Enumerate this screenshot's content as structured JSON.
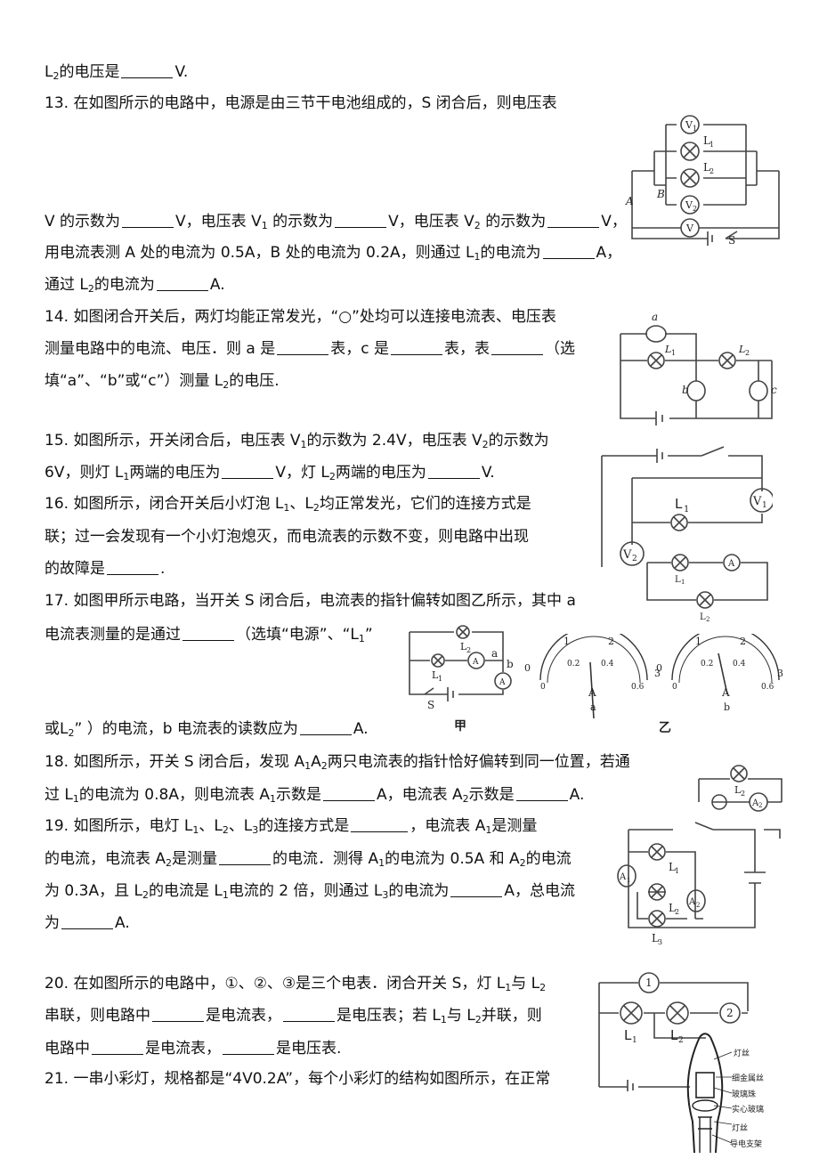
{
  "q12": {
    "tail": [
      "L",
      "2",
      "的电压是",
      "V."
    ]
  },
  "q13": {
    "num": "13.",
    "line1": "在如图所示的电路中，电源是由三节干电池组成的，S 闭合后，则电压表",
    "line2": [
      "V  的示数为",
      "V，电压表 V",
      "1",
      "  的示数为",
      "V，电压表 V",
      "2",
      "  的示数为",
      "V，"
    ],
    "line3": [
      "用电流表测 A 处的电流为 0.5A，B 处的电流为 0.2A，则通过 L",
      "1",
      "的电流为",
      "A，"
    ],
    "line4": [
      "通过 L",
      "2",
      "的电流为",
      "A."
    ]
  },
  "q14": {
    "num": "14.",
    "line1": "如图闭合开关后，两灯均能正常发光，“○”处均可以连接电流表、电压表",
    "line2": [
      "测量电路中的电流、电压．则 a 是",
      "表，c 是",
      "表，表",
      "（选"
    ],
    "line3": [
      "填“a”、“b”或“c”）测量 L",
      "2",
      "的电压."
    ]
  },
  "q15": {
    "num": "15.",
    "line1": [
      "如图所示，开关闭合后，电压表 V",
      "1",
      "的示数为 2.4V，电压表 V",
      "2",
      "的示数为"
    ],
    "line2": [
      "6V，则灯 L",
      "1",
      "两端的电压为",
      "V，灯 L",
      "2",
      "两端的电压为",
      "V."
    ]
  },
  "q16": {
    "num": "16.",
    "line1": [
      "如图所示，闭合开关后小灯泡 L",
      "1",
      "、L",
      "2",
      "均正常发光，它们的连接方式是"
    ],
    "line2": "联；过一会发现有一个小灯泡熄灭，而电流表的示数不变，则电路中出现",
    "line3": [
      "的故障是",
      "."
    ]
  },
  "q17": {
    "num": "17.",
    "line1": "如图甲所示电路，当开关 S 闭合后，电流表的指针偏转如图乙所示，其中 a",
    "line2": [
      "电流表测量的是通过",
      "（选填“电源”、“L",
      "1",
      "”"
    ],
    "line3": [
      "或L",
      "2",
      "”  ）的电流，b    电流表的读数应为",
      "A."
    ]
  },
  "q18": {
    "num": "18.",
    "line1": [
      "如图所示，开关 S 闭合后，发现 A",
      "1",
      "A",
      "2",
      "两只电流表的指针恰好偏转到同一位置，若通"
    ],
    "line2": [
      "过 L",
      "1",
      "的电流为 0.8A，则电流表 A",
      "1",
      "示数是",
      "A，电流表 A",
      "2",
      "示数是",
      "A."
    ]
  },
  "q19": {
    "num": "19.",
    "line1": [
      "如图所示，电灯 L",
      "1",
      "、L",
      "2",
      "、L",
      "3",
      "的连接方式是",
      "，电流表 A",
      "1",
      "是测量"
    ],
    "line2": [
      "的电流，电流表 A",
      "2",
      "是测量",
      "的电流．测得 A",
      "1",
      "的电流为 0.5A 和 A",
      "2",
      "的电流"
    ],
    "line3": [
      "为 0.3A，且 L",
      "2",
      "的电流是 L",
      "1",
      "电流的 2 倍，则通过 L",
      "3",
      "的电流为",
      "A，总电流"
    ],
    "line4": [
      "为",
      "A."
    ]
  },
  "q20": {
    "num": "20.",
    "line1": [
      "在如图所示的电路中，①、②、③是三个电表．闭合开关 S，灯 L",
      "1",
      "与 L",
      "2"
    ],
    "line2": [
      "串联，则电路中",
      "是电流表，",
      "是电压表；若 L",
      "1",
      "与 L",
      "2",
      "并联，则"
    ],
    "line3": [
      "电路中",
      "是电流表，",
      "是电压表."
    ]
  },
  "q21": {
    "num": "21.",
    "line1": "一串小彩灯，规格都是“4V0.2A”，每个小彩灯的结构如图所示，在正常"
  },
  "figures": {
    "f13": {
      "V": "V",
      "V1": "V",
      "s1": "1",
      "V2": "V",
      "s2": "2",
      "L1": "L",
      "L1s": "1",
      "L2": "L",
      "L2s": "2",
      "A": "A",
      "B": "B",
      "S": "S"
    },
    "f14": {
      "a": "a",
      "b": "b",
      "c": "c",
      "L1": "L",
      "L1s": "1",
      "L2": "L",
      "L2s": "2"
    },
    "f15": {
      "L1": "L",
      "L1s": "1",
      "V1": "V",
      "V1s": "1",
      "V2": "V",
      "V2s": "2"
    },
    "f16": {
      "L1": "L",
      "L1s": "1",
      "L2": "L",
      "L2s": "2",
      "A": "A"
    },
    "f17": {
      "L1": "L",
      "L1s": "1",
      "L2": "L",
      "L2s": "2",
      "a": "a",
      "b": "b",
      "S": "S",
      "jia": "甲",
      "yi": "乙",
      "ticks": [
        "0",
        "1",
        "2",
        "3"
      ],
      "subticks": [
        "0",
        "0.2",
        "0.4",
        "0.6"
      ],
      "Am": "A",
      "ma": "a",
      "mb": "b"
    },
    "f18": {
      "L2": "L",
      "L2s": "2",
      "A2": "A",
      "A2s": "2"
    },
    "f19": {
      "L1": "L",
      "L1s": "1",
      "L2": "L",
      "L2s": "2",
      "L3": "L",
      "L3s": "3",
      "A1": "A",
      "A1s": "1",
      "A2": "A",
      "A2s": "2"
    },
    "f20": {
      "m1": "1",
      "m2": "2",
      "L1": "L",
      "L1s": "1",
      "L2": "L",
      "L2s": "2"
    },
    "f21": {
      "labels": [
        "灯丝",
        "细金属丝",
        "玻璃珠",
        "实心玻璃",
        "灯丝",
        "导电支架"
      ]
    }
  }
}
